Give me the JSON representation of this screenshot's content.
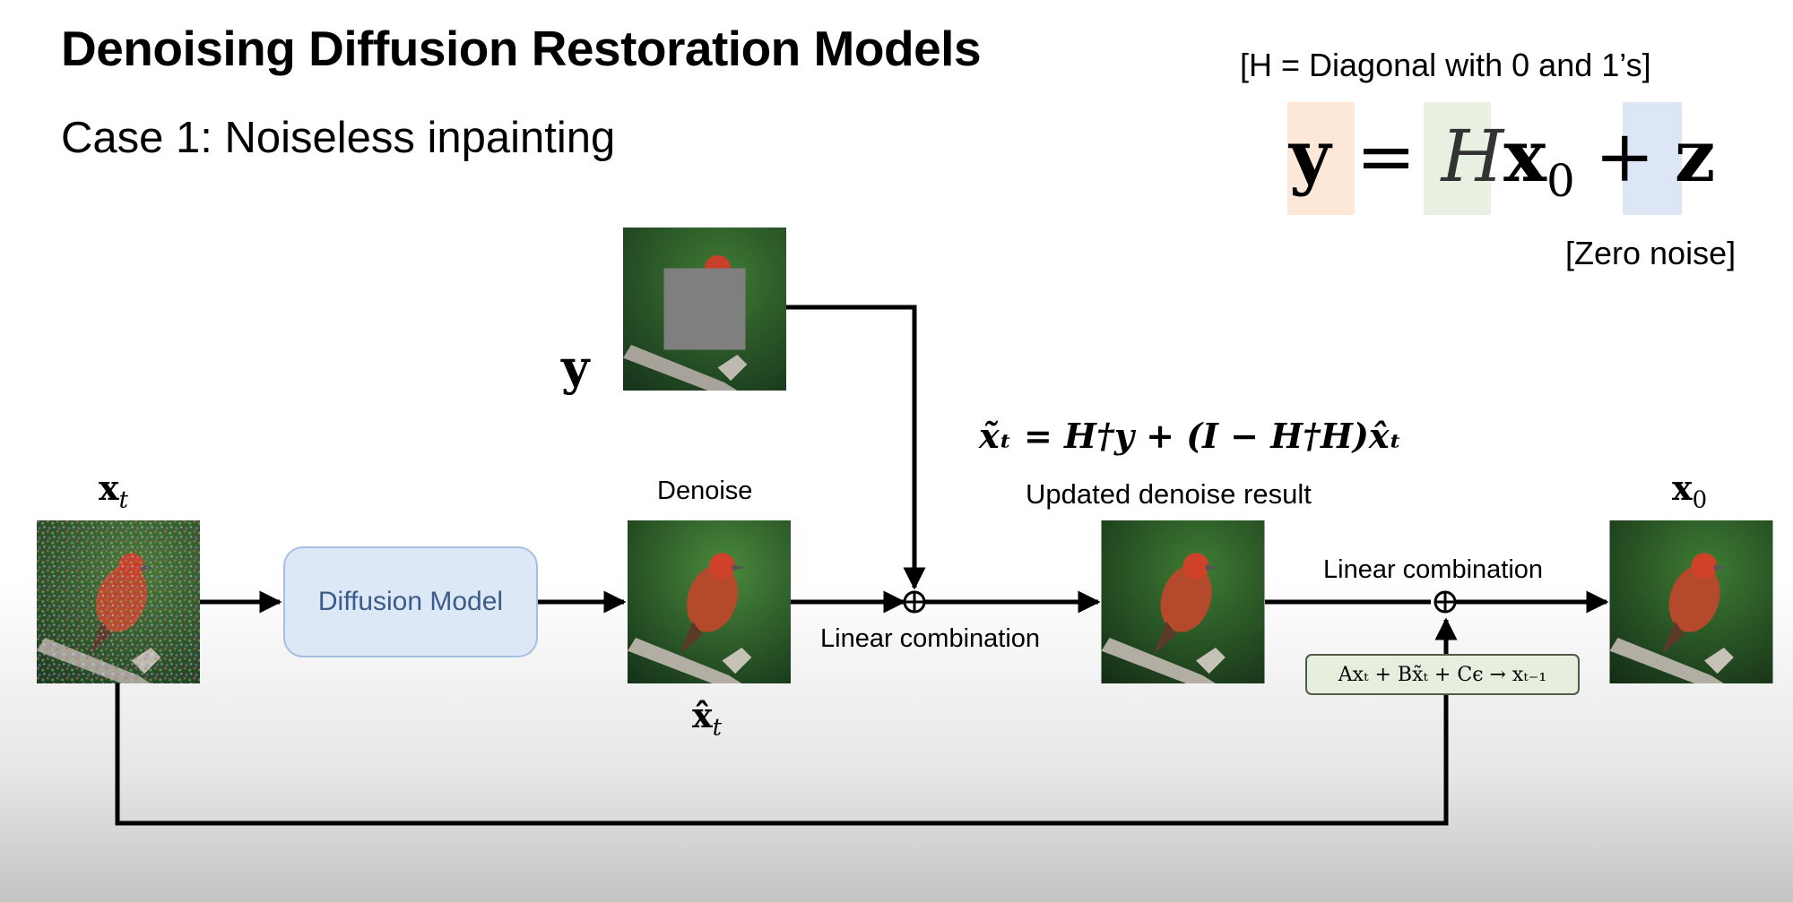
{
  "title": "Denoising Diffusion Restoration Models",
  "subtitle": "Case 1: Noiseless inpainting",
  "h_note": "[H = Diagonal with 0 and 1’s]",
  "noise_note": "[Zero noise]",
  "equation": {
    "lhs": "y",
    "eq": "=",
    "H": "H",
    "x": "x",
    "sub0": "0",
    "plus": "+",
    "z": "z"
  },
  "colors": {
    "y_highlight": "#fde7d6",
    "H_highlight": "#e7f0e1",
    "z_highlight": "#dde6f4",
    "diffusion_box": "#dde8f7",
    "update_box": "#e6eedd"
  },
  "labels": {
    "y": "y",
    "xt": "x",
    "xt_sub": "t",
    "denoise": "Denoise",
    "xhat": "x̂",
    "xhat_sub": "t",
    "diffusion_model": "Diffusion Model",
    "linear_combination_1": "Linear combination",
    "linear_combination_2": "Linear combination",
    "updated_result": "Updated denoise result",
    "x0": "x",
    "x0_sub": "0"
  },
  "formula_update": "x̃ₜ = H†y + (I − H†H)x̂ₜ",
  "formula_step": "Axₜ + Bx̃ₜ + Cϵ → xₜ₋₁",
  "icons": [
    "noisy-bird-image",
    "masked-bird-image",
    "denoised-bird-image",
    "updated-bird-image",
    "final-bird-image",
    "sum-junction-icon"
  ]
}
